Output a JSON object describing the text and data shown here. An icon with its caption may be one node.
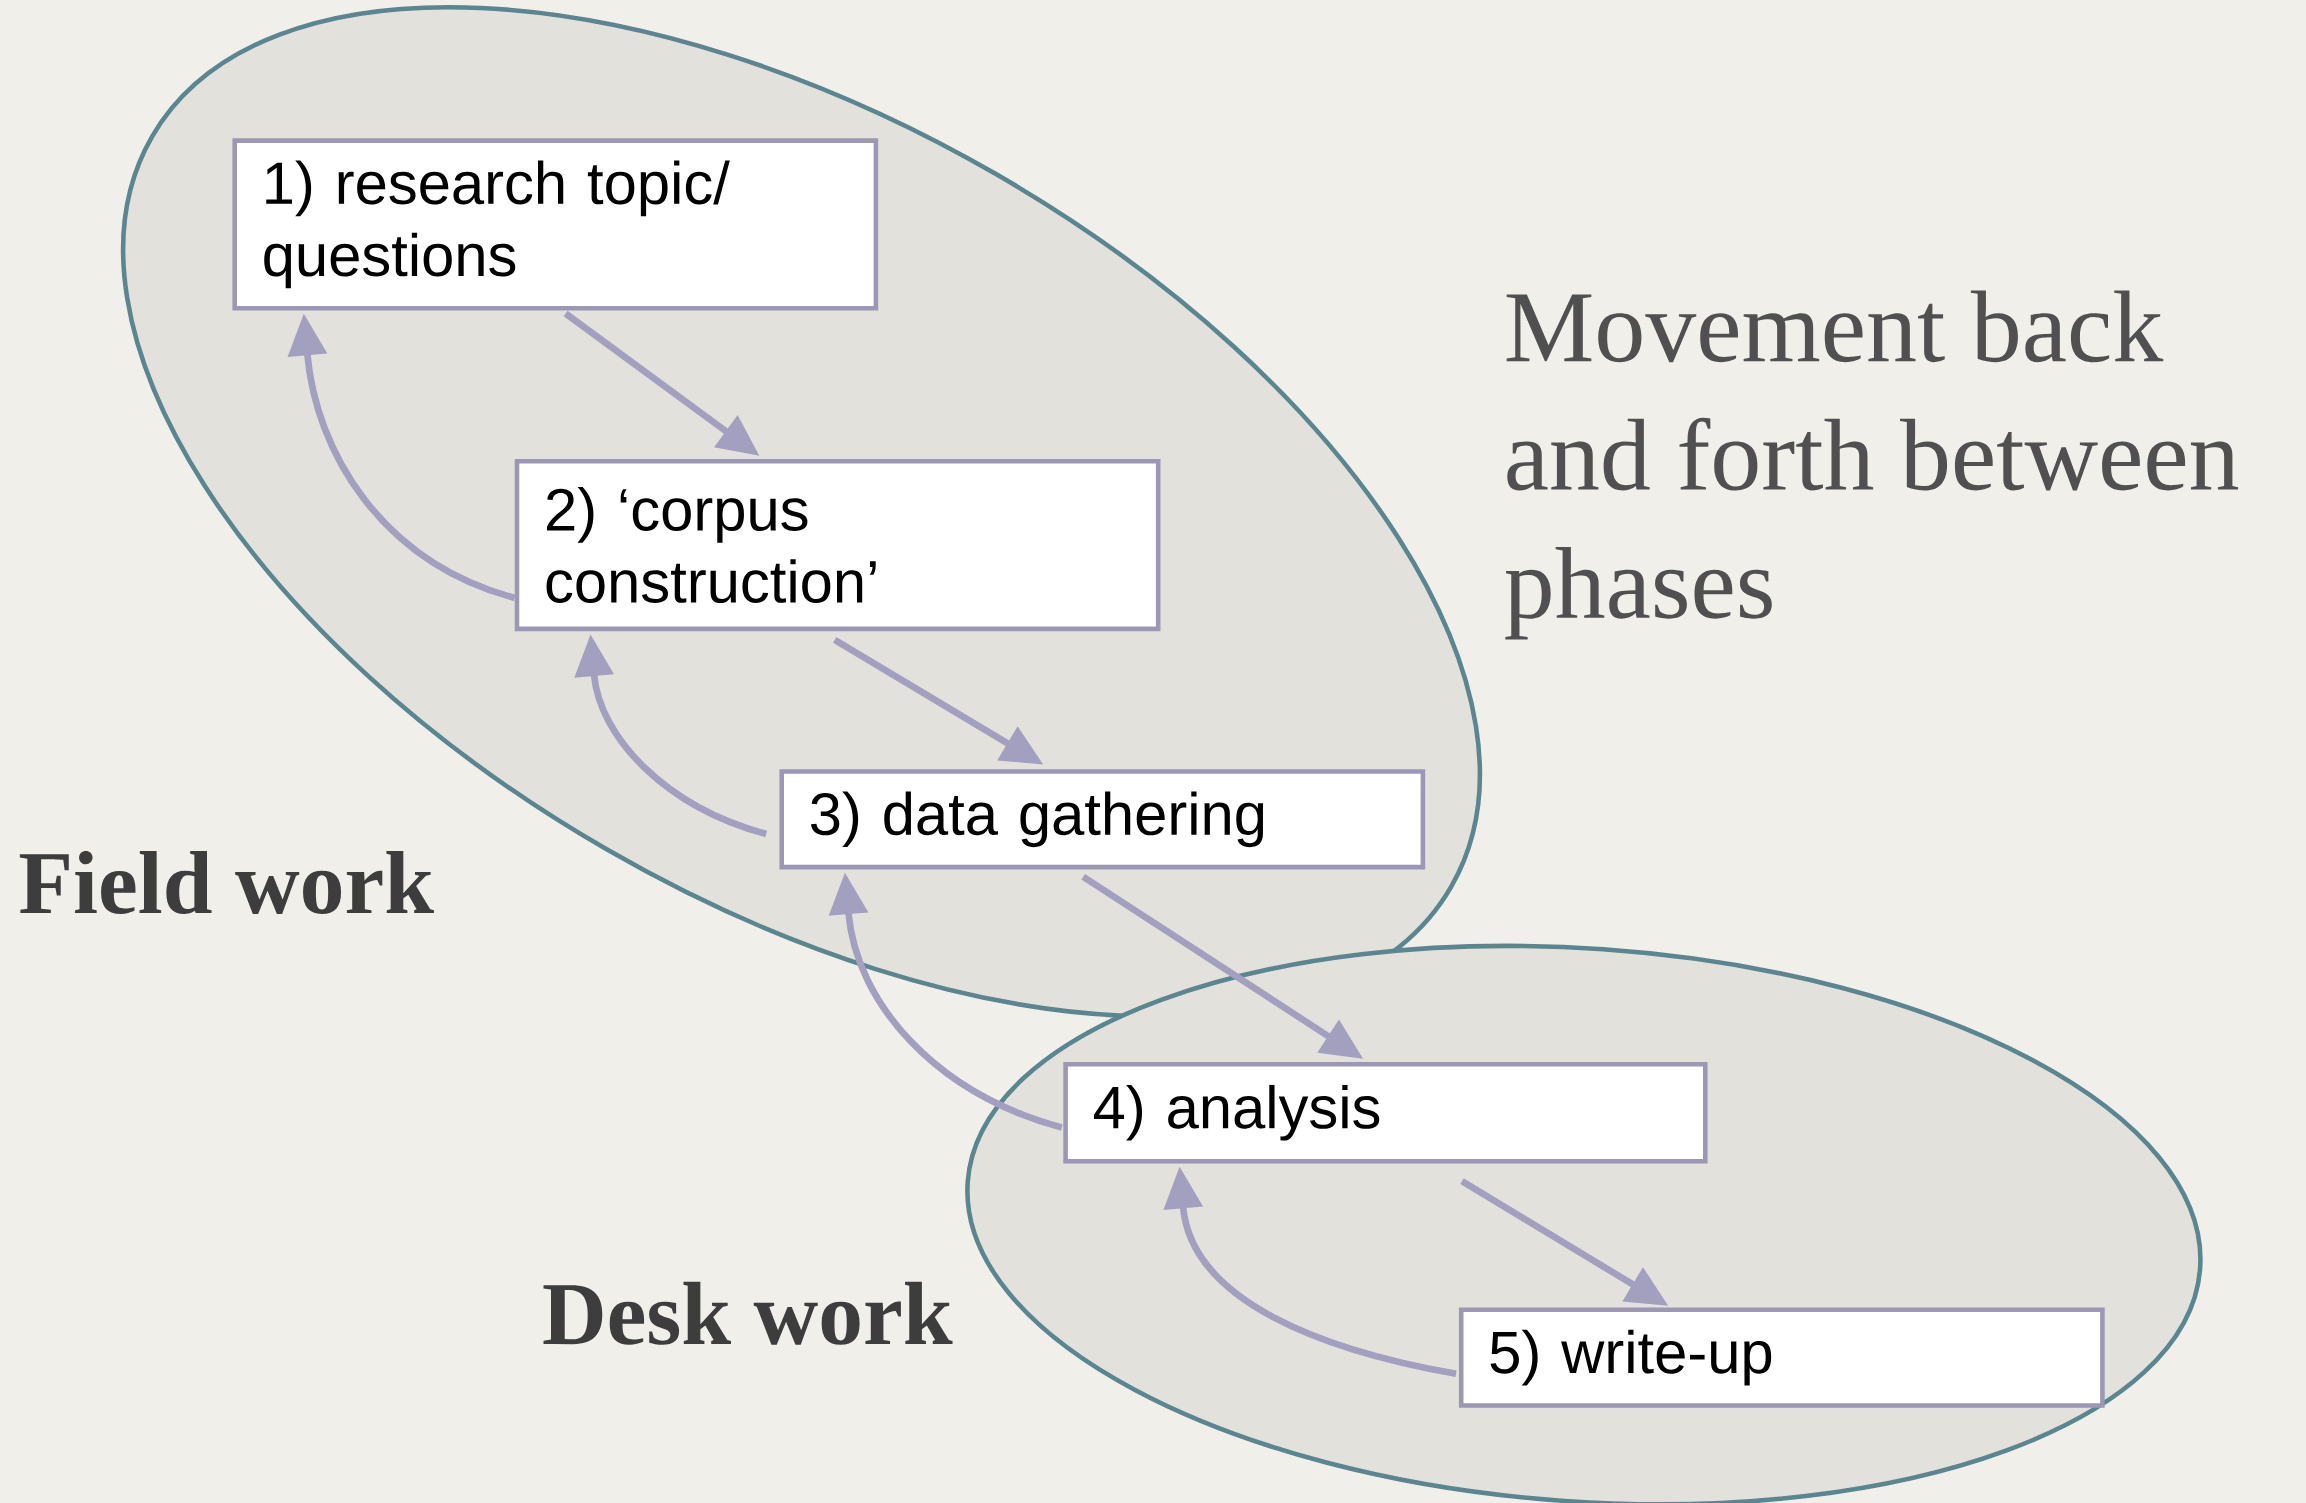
{
  "diagram": {
    "nodes": [
      {
        "text": [
          "Field work"
        ]
      },
      {
        "text": [
          "1) research topic/ questions"
        ],
        "in": 0
      },
      {
        "text": [
          "2) ‘corpus construction’"
        ],
        "in": 0
      },
      {
        "text": [
          "3) data gathering"
        ],
        "in": 0
      },
      {
        "text": [
          "Desk work"
        ]
      },
      {
        "text": [
          "4) analysis"
        ],
        "in": 4
      },
      {
        "text": [
          "5) write-up"
        ],
        "in": 4
      }
    ],
    "edges": [
      {
        "from": 1,
        "to": 2,
        "arrow": "to"
      },
      {
        "from": 2,
        "to": 1,
        "arrow": "to"
      },
      {
        "from": 2,
        "to": 3,
        "arrow": "to"
      },
      {
        "from": 3,
        "to": 2,
        "arrow": "to"
      },
      {
        "from": 3,
        "to": 5,
        "arrow": "to"
      },
      {
        "from": 5,
        "to": 3,
        "arrow": "to"
      },
      {
        "from": 5,
        "to": 6,
        "arrow": "to"
      },
      {
        "from": 6,
        "to": 5,
        "arrow": "to"
      }
    ],
    "labels": [
      "Movement back and forth between phases"
    ]
  }
}
